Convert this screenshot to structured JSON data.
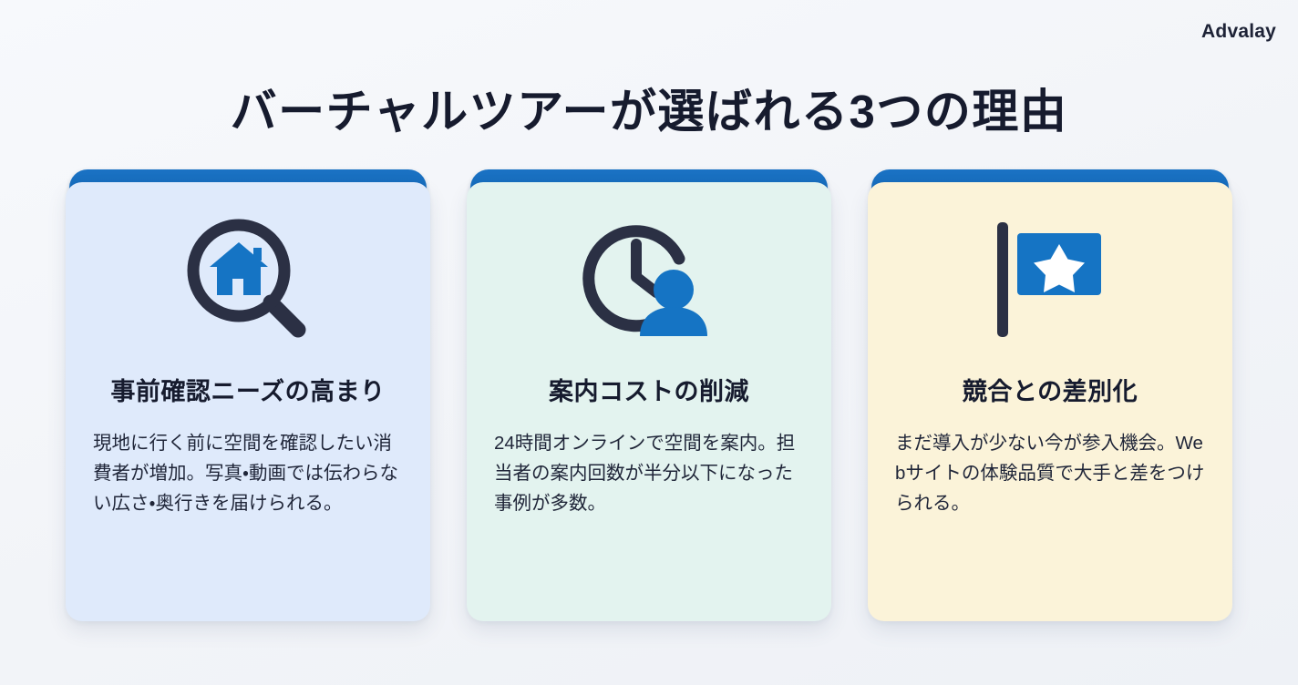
{
  "brand": {
    "name": "Advalay"
  },
  "slide": {
    "title": "バーチャルツアーが選ばれる3つの理由",
    "background_color": "#f4f6f9",
    "accent_color": "#1668b8",
    "title_color": "#161b2e"
  },
  "cards": [
    {
      "icon": "house-magnifier-icon",
      "title": "事前確認ニーズの高まり",
      "body": "現地に行く前に空間を確認したい消費者が増加。写真・動画では伝わらない広さ・奥行きを届けられる。",
      "background_color": "#dfeafb",
      "accent_color": "#1668b8",
      "icon_primary_color": "#1574c4",
      "icon_secondary_color": "#2b3044"
    },
    {
      "icon": "clock-person-icon",
      "title": "案内コストの削減",
      "body": "24時間オンラインで空間を案内。担当者の案内回数が半分以下になった事例が多数。",
      "background_color": "#e3f3ef",
      "accent_color": "#1668b8",
      "icon_primary_color": "#1574c4",
      "icon_secondary_color": "#2b3044"
    },
    {
      "icon": "flag-star-icon",
      "title": "競合との差別化",
      "body": "まだ導入が少ない今が参入機会。Webサイトの体験品質で大手と差をつけられる。",
      "background_color": "#fbf3d9",
      "accent_color": "#1668b8",
      "icon_primary_color": "#1574c4",
      "icon_secondary_color": "#2b3044"
    }
  ]
}
